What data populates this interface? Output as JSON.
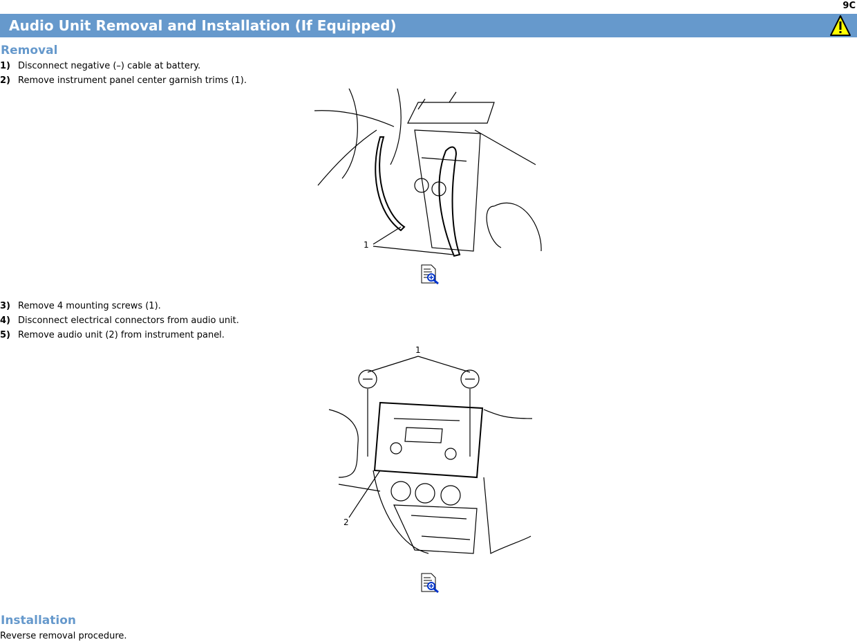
{
  "section_code": "9C",
  "title": "Audio Unit Removal and Installation (If Equipped)",
  "removal": {
    "heading": "Removal",
    "steps": [
      {
        "num": "1)",
        "text": "Disconnect negative (–) cable at battery."
      },
      {
        "num": "2)",
        "text": "Remove instrument panel center garnish trims (1)."
      },
      {
        "num": "3)",
        "text": "Remove 4 mounting screws (1)."
      },
      {
        "num": "4)",
        "text": "Disconnect electrical connectors from audio unit."
      },
      {
        "num": "5)",
        "text": "Remove audio unit (2) from instrument panel."
      }
    ]
  },
  "figure1": {
    "callouts": [
      "1"
    ]
  },
  "figure2": {
    "callouts": [
      "1",
      "2"
    ]
  },
  "installation": {
    "heading": "Installation",
    "text": "Reverse removal procedure."
  }
}
